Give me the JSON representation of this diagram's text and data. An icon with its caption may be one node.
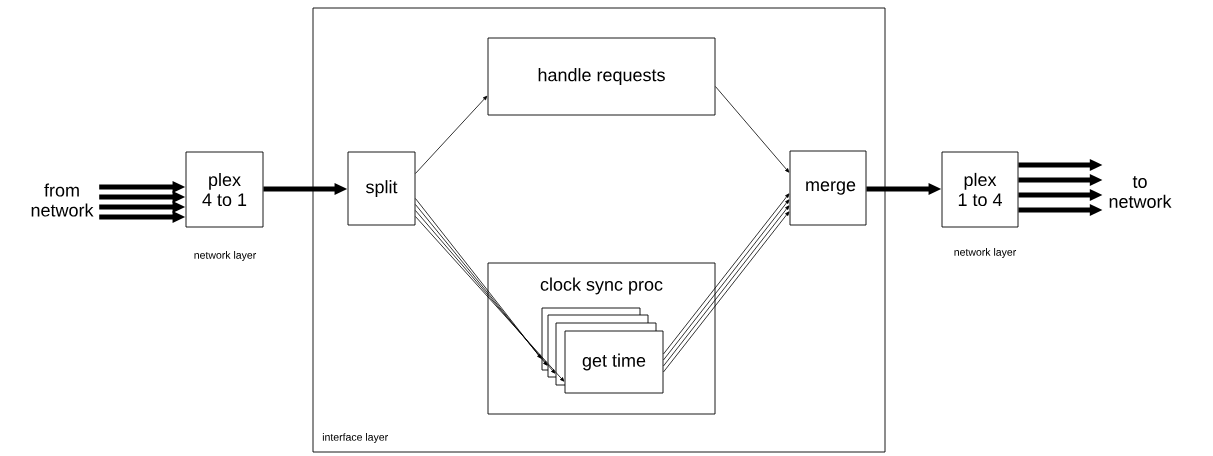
{
  "diagram": {
    "nodes": [
      {
        "text": [
          "from network"
        ]
      },
      {
        "text": [
          "plex 4 to 1"
        ],
        "beside": [
          "network layer"
        ]
      },
      {
        "text": [
          "interface layer"
        ]
      },
      {
        "text": [
          "split"
        ],
        "in": 2
      },
      {
        "text": [
          "handle requests"
        ],
        "in": 2
      },
      {
        "text": [
          "clock sync proc"
        ],
        "in": 2
      },
      {
        "text": [],
        "shape": "box",
        "in": 5
      },
      {
        "text": [],
        "shape": "box",
        "in": 5
      },
      {
        "text": [],
        "shape": "box",
        "in": 5
      },
      {
        "text": [
          "get time"
        ],
        "in": 5
      },
      {
        "text": [
          "merge"
        ],
        "in": 2
      },
      {
        "text": [
          "plex 1 to 4"
        ],
        "beside": [
          "network layer"
        ]
      },
      {
        "text": [
          "to network"
        ]
      }
    ],
    "edges": [
      {
        "from": 0,
        "to": 1,
        "arrow": "to",
        "style": "thick"
      },
      {
        "from": 0,
        "to": 1,
        "arrow": "to",
        "style": "thick"
      },
      {
        "from": 0,
        "to": 1,
        "arrow": "to",
        "style": "thick"
      },
      {
        "from": 0,
        "to": 1,
        "arrow": "to",
        "style": "thick"
      },
      {
        "from": 1,
        "to": 3,
        "arrow": "to",
        "style": "thick"
      },
      {
        "from": 3,
        "to": 4,
        "arrow": "to"
      },
      {
        "from": 3,
        "to": 6,
        "arrow": "to"
      },
      {
        "from": 3,
        "to": 7,
        "arrow": "to"
      },
      {
        "from": 3,
        "to": 8,
        "arrow": "to"
      },
      {
        "from": 3,
        "to": 9,
        "arrow": "to"
      },
      {
        "from": 4,
        "to": 10,
        "arrow": "to"
      },
      {
        "from": 9,
        "to": 10,
        "arrow": "to"
      },
      {
        "from": 9,
        "to": 10,
        "arrow": "to"
      },
      {
        "from": 9,
        "to": 10,
        "arrow": "to"
      },
      {
        "from": 9,
        "to": 10,
        "arrow": "to"
      },
      {
        "from": 10,
        "to": 11,
        "arrow": "to",
        "style": "thick"
      },
      {
        "from": 11,
        "to": 12,
        "arrow": "to",
        "style": "thick"
      },
      {
        "from": 11,
        "to": 12,
        "arrow": "to",
        "style": "thick"
      },
      {
        "from": 11,
        "to": 12,
        "arrow": "to",
        "style": "thick"
      },
      {
        "from": 11,
        "to": 12,
        "arrow": "to",
        "style": "thick"
      }
    ]
  }
}
